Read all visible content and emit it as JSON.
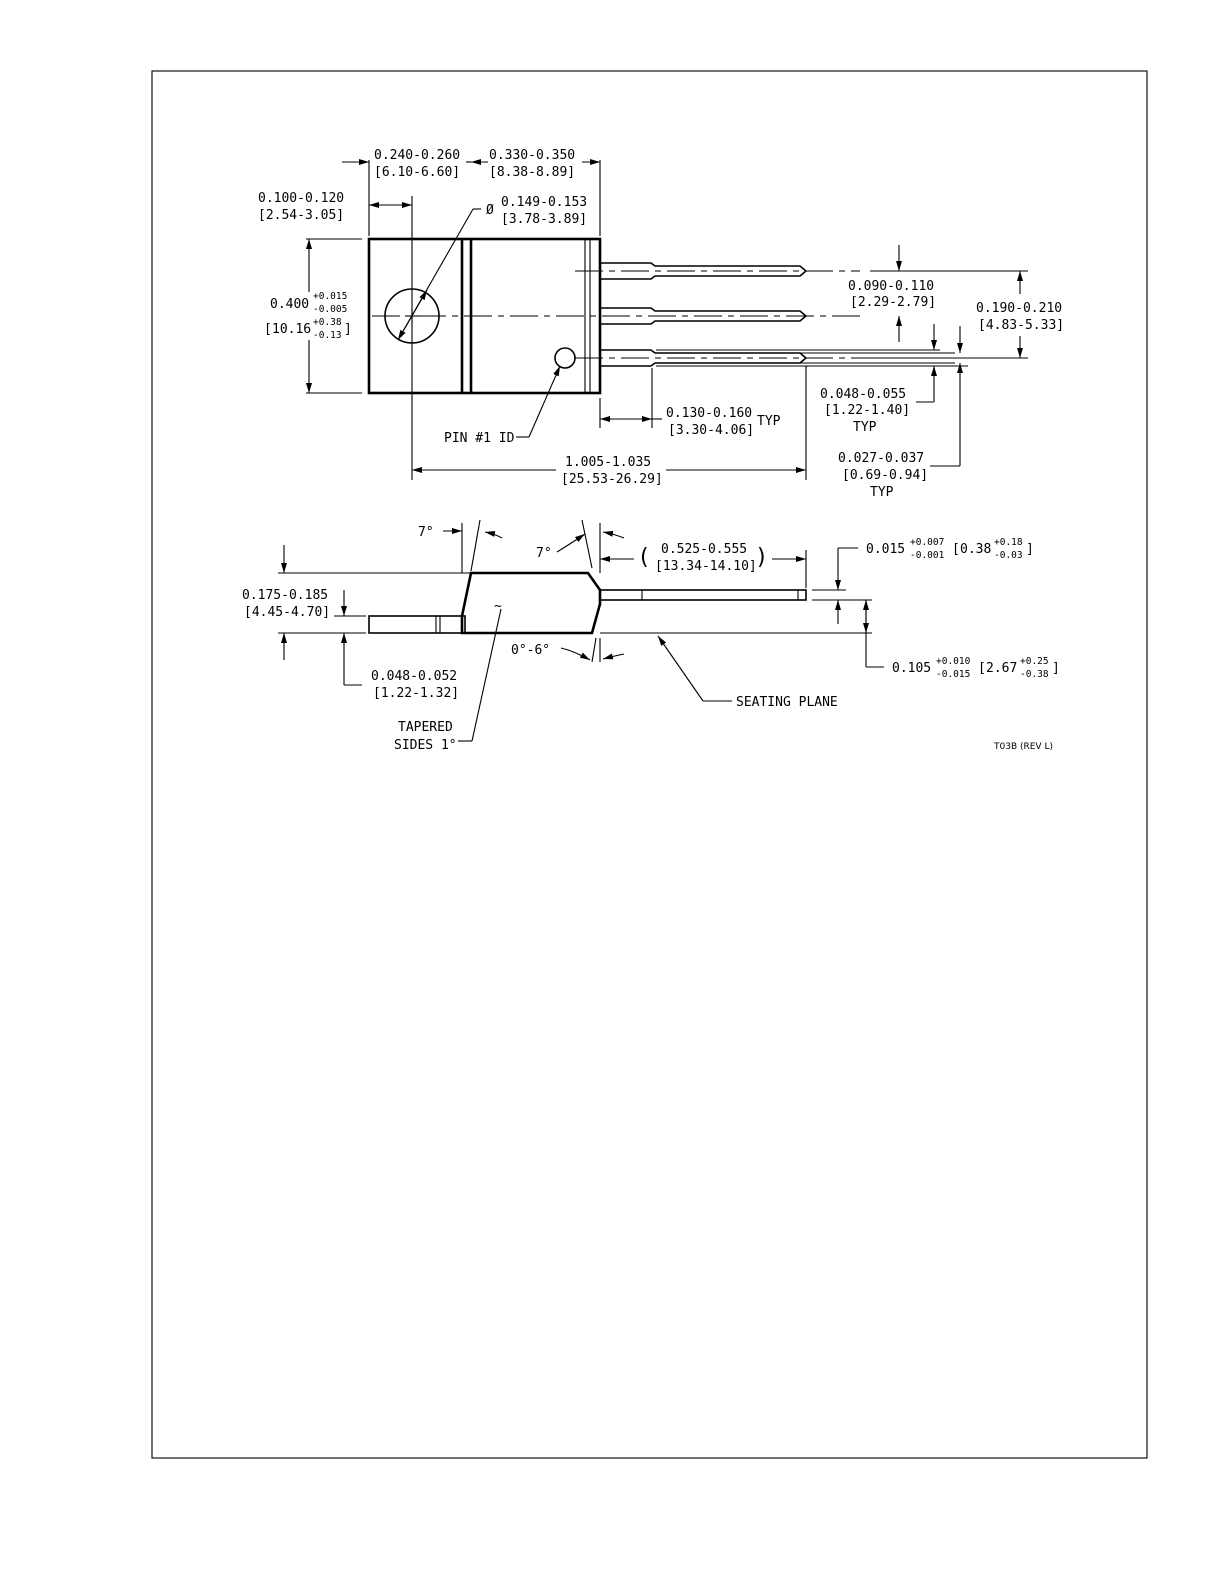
{
  "top_view": {
    "tab_width": {
      "inch": "0.240-0.260",
      "mm": "[6.10-6.60]"
    },
    "body_width": {
      "inch": "0.330-0.350",
      "mm": "[8.38-8.89]"
    },
    "hole_offset": {
      "inch": "0.100-0.120",
      "mm": "[2.54-3.05]"
    },
    "hole_diameter": {
      "symbol": "Ø",
      "inch": "0.149-0.153",
      "mm": "[3.78-3.89]"
    },
    "height": {
      "inch": "0.400",
      "inch_plus": "+0.015",
      "inch_minus": "-0.005",
      "mm_open": "[",
      "mm": "10.16",
      "mm_plus": "+0.38",
      "mm_minus": "-0.13",
      "mm_close": "]"
    },
    "lead_pitch": {
      "inch": "0.090-0.110",
      "mm": "[2.29-2.79]"
    },
    "lead_span": {
      "inch": "0.190-0.210",
      "mm": "[4.83-5.33]"
    },
    "lead_width_wide": {
      "inch": "0.048-0.055",
      "mm": "[1.22-1.40]",
      "note": "TYP"
    },
    "lead_width_narrow": {
      "inch": "0.027-0.037",
      "mm": "[0.69-0.94]",
      "note": "TYP"
    },
    "shoulder_length": {
      "inch": "0.130-0.160",
      "mm": "[3.30-4.06]",
      "note": "TYP"
    },
    "pin_id_label": "PIN #1 ID",
    "overall_length": {
      "inch": "1.005-1.035",
      "mm": "[25.53-26.29]"
    }
  },
  "side_view": {
    "angle_left": "7°",
    "angle_right": "7°",
    "lead_length": {
      "paren_open": "(",
      "inch": "0.525-0.555",
      "mm": "[13.34-14.10]",
      "paren_close": ")"
    },
    "lead_thickness": {
      "inch": "0.015",
      "inch_plus": "+0.007",
      "inch_minus": "-0.001",
      "mm_open": "[",
      "mm": "0.38",
      "mm_plus": "+0.18",
      "mm_minus": "-0.03",
      "mm_close": "]"
    },
    "body_height": {
      "inch": "0.175-0.185",
      "mm": "[4.45-4.70]"
    },
    "tab_thickness": {
      "inch": "0.048-0.052",
      "mm": "[1.22-1.32]"
    },
    "lead_bend_angle": "0°-6°",
    "seating_height": {
      "inch": "0.105",
      "inch_plus": "+0.010",
      "inch_minus": "-0.015",
      "mm_open": "[",
      "mm": "2.67",
      "mm_plus": "+0.25",
      "mm_minus": "-0.38",
      "mm_close": "]"
    },
    "seating_plane_label": "SEATING PLANE",
    "taper_label_1": "TAPERED",
    "taper_label_2": "SIDES 1°",
    "taper_symbol": "~"
  },
  "drawing_id": "T03B (REV L)"
}
